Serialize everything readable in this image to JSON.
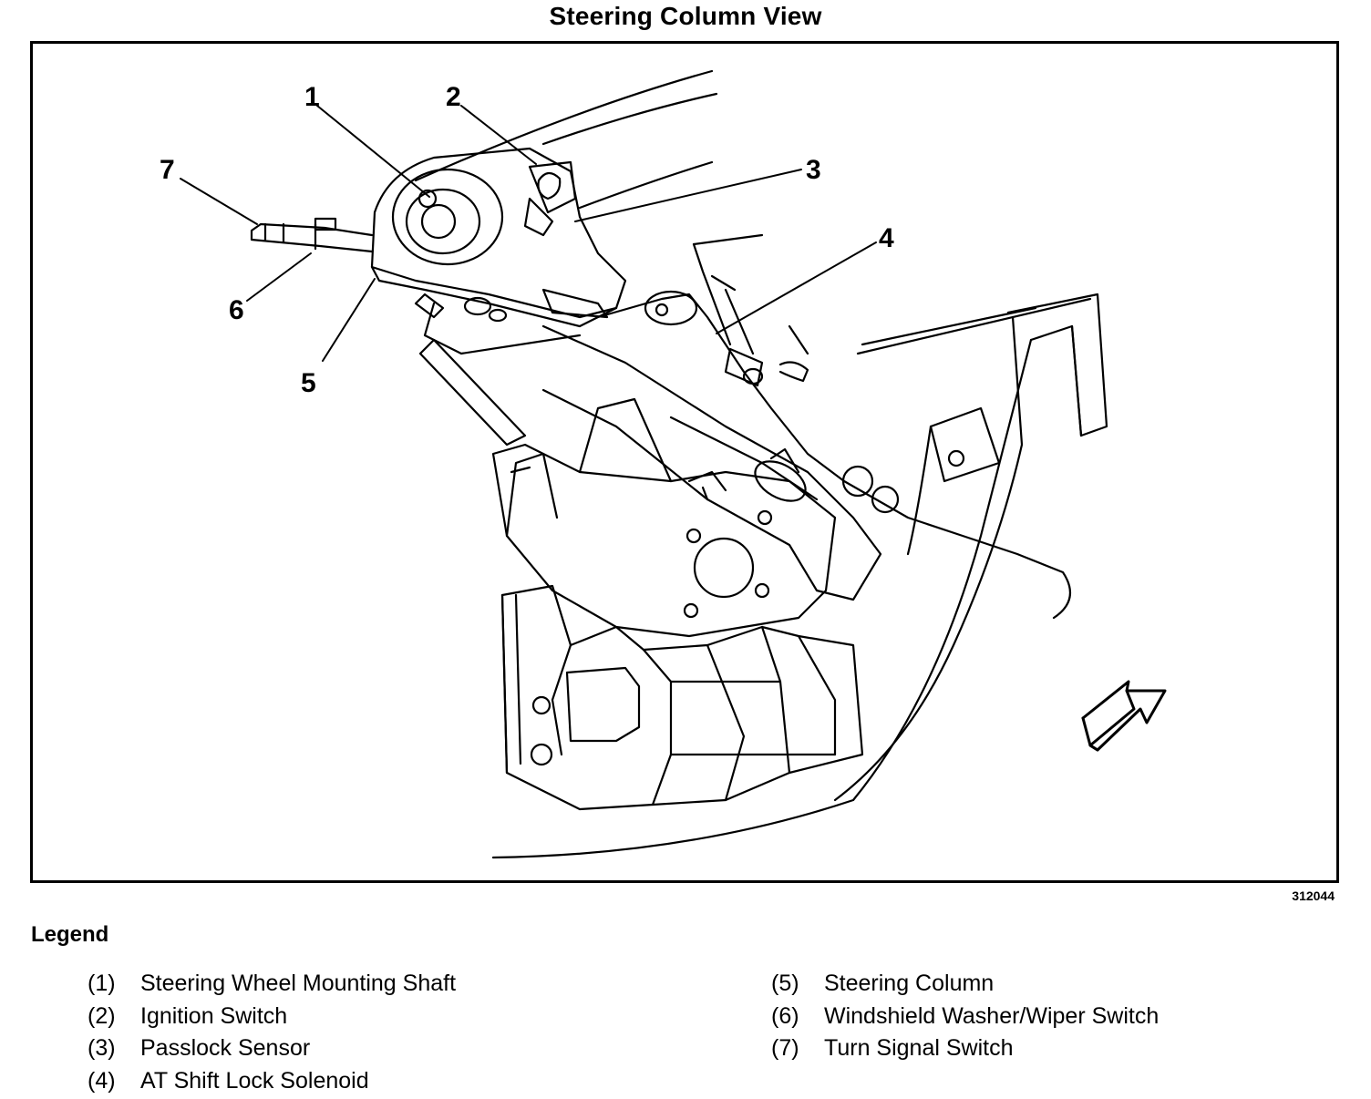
{
  "title": "Steering Column View",
  "figure_id": "312044",
  "legend": {
    "heading": "Legend",
    "left": [
      {
        "num": "(1)",
        "text": "Steering Wheel Mounting Shaft"
      },
      {
        "num": "(2)",
        "text": "Ignition Switch"
      },
      {
        "num": "(3)",
        "text": "Passlock Sensor"
      },
      {
        "num": "(4)",
        "text": "AT Shift Lock Solenoid"
      }
    ],
    "right": [
      {
        "num": "(5)",
        "text": "Steering Column"
      },
      {
        "num": "(6)",
        "text": "Windshield Washer/Wiper Switch"
      },
      {
        "num": "(7)",
        "text": "Turn Signal Switch"
      }
    ]
  },
  "callouts": {
    "c1": "1",
    "c2": "2",
    "c3": "3",
    "c4": "4",
    "c5": "5",
    "c6": "6",
    "c7": "7"
  }
}
